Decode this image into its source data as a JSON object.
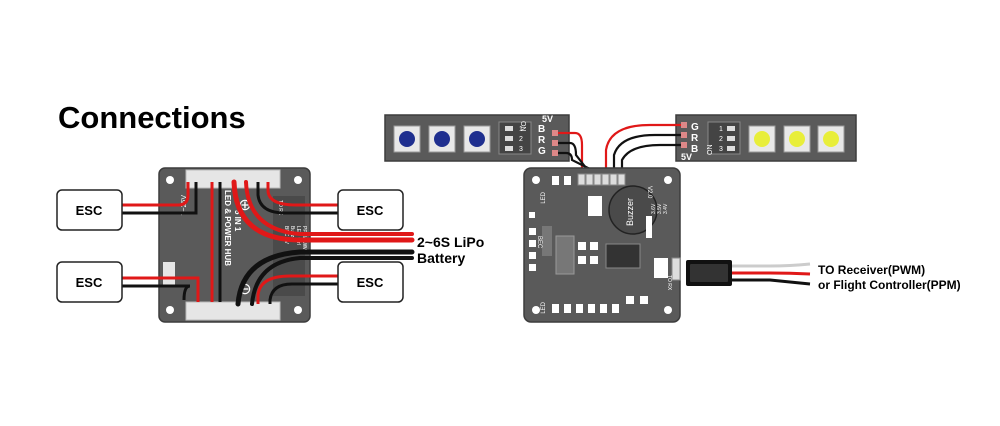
{
  "title": "Connections",
  "hub": {
    "name_line1": "LED & POWER HUB",
    "name_line2": "5 IN 1",
    "voltage_label": "7~26V",
    "plus_symbol": "⊕",
    "minus_symbol": "⊖",
    "pad_labels": [
      "TO RX",
      "BEC 5V",
      "Buzzer",
      "LED Ctrl",
      "PPM/PWM"
    ]
  },
  "esc_labels": [
    "ESC",
    "ESC",
    "ESC",
    "ESC"
  ],
  "battery": {
    "line1": "2~6S LiPo",
    "line2": "Battery"
  },
  "led_strip_left": {
    "pins": [
      "B",
      "R",
      "G"
    ],
    "supply": "5V",
    "switch": "ON",
    "switch_nums": [
      "1",
      "2",
      "3"
    ]
  },
  "led_strip_right": {
    "pins": [
      "G",
      "R",
      "B"
    ],
    "supply": "5V",
    "switch": "ON",
    "switch_nums": [
      "1",
      "2",
      "3"
    ]
  },
  "led_board": {
    "buzzer": "Buzzer",
    "version": "V2.0",
    "bec": "BEC",
    "led_top": "LED",
    "led_bottom": "LED",
    "voltages": [
      "3.6V",
      "3.5V",
      "3.4V"
    ],
    "to_rx": "TO RX"
  },
  "receiver": {
    "line1": "TO Receiver(PWM)",
    "line2": "or Flight Controller(PPM)"
  },
  "colors": {
    "board": "#5a5a5a",
    "board_edge": "#3c3c3c",
    "wire_red": "#e01818",
    "wire_black": "#111111",
    "led_blue": "#1f2f8f",
    "led_yellow": "#e8ee3a"
  }
}
